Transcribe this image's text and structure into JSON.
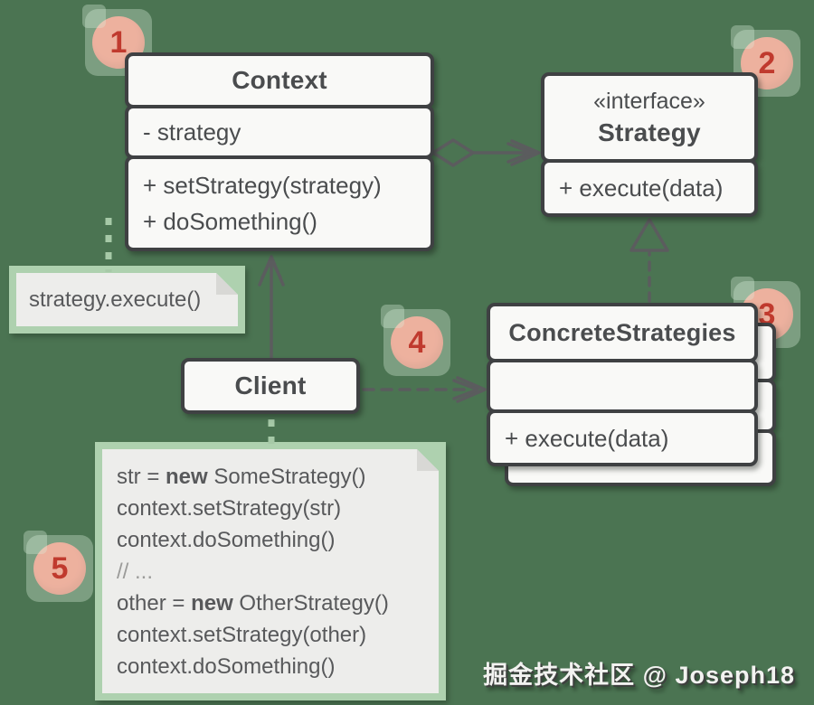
{
  "palette": {
    "background": "#4b7452",
    "box_fill": "#f9f9f7",
    "box_border": "#3f4143",
    "text": "#4a4c4e",
    "note_fill": "#ededeb",
    "note_text": "#58595b",
    "muted_text": "#9b9b99",
    "badge_fill": "#f7917f",
    "badge_text": "#c03a2e",
    "connector": "#5b5c5e",
    "green_dash": "#a6c9a7",
    "glow": "#aed1af"
  },
  "classes": {
    "context": {
      "title": "Context",
      "attributes": [
        "- strategy"
      ],
      "methods": [
        "+ setStrategy(strategy)",
        "+ doSomething()"
      ]
    },
    "strategy": {
      "stereotype": "«interface»",
      "title": "Strategy",
      "methods": [
        "+ execute(data)"
      ]
    },
    "concrete_strategies": {
      "title": "ConcreteStrategies",
      "methods": [
        "+ execute(data)"
      ]
    },
    "client": {
      "title": "Client"
    }
  },
  "notes": {
    "call_note": {
      "text": "strategy.execute()"
    },
    "code_note": {
      "lines": [
        {
          "segments": [
            {
              "text": "str = "
            },
            {
              "text": "new",
              "bold": true
            },
            {
              "text": " SomeStrategy()"
            }
          ]
        },
        {
          "segments": [
            {
              "text": "context.setStrategy(str)"
            }
          ]
        },
        {
          "segments": [
            {
              "text": "context.doSomething()"
            }
          ]
        },
        {
          "muted": true,
          "segments": [
            {
              "text": "// ..."
            }
          ]
        },
        {
          "segments": [
            {
              "text": "other = "
            },
            {
              "text": "new",
              "bold": true
            },
            {
              "text": " OtherStrategy()"
            }
          ]
        },
        {
          "segments": [
            {
              "text": "context.setStrategy(other)"
            }
          ]
        },
        {
          "segments": [
            {
              "text": "context.doSomething()"
            }
          ]
        }
      ]
    }
  },
  "badges": [
    {
      "label": "1"
    },
    {
      "label": "2"
    },
    {
      "label": "3"
    },
    {
      "label": "4"
    },
    {
      "label": "5"
    }
  ],
  "watermark": {
    "text": "掘金技术社区 @ Joseph18"
  }
}
